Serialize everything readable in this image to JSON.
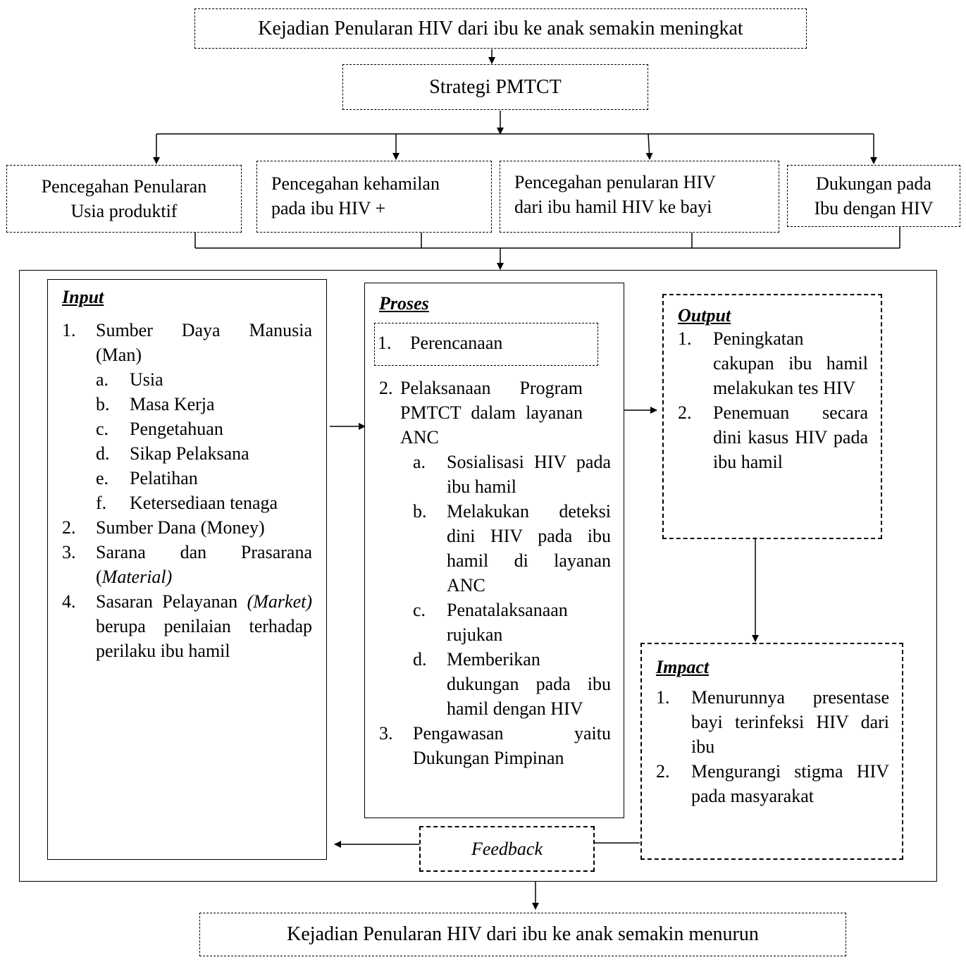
{
  "top_box": "Kejadian Penularan HIV dari ibu ke anak semakin meningkat",
  "strategy_box": "Strategi PMTCT",
  "branches": [
    {
      "line1": "Pencegahan Penularan",
      "line2": "Usia produktif"
    },
    {
      "line1": "Pencegahan kehamilan",
      "line2": "pada ibu HIV +"
    },
    {
      "line1": "Pencegahan penularan HIV",
      "line2": "dari ibu hamil HIV ke bayi"
    },
    {
      "line1": "Dukungan pada",
      "line2": "Ibu dengan HIV"
    }
  ],
  "input": {
    "heading": "Input",
    "items": [
      {
        "num": "1.",
        "text": "Sumber Daya Manusia (Man)"
      },
      {
        "num": "a.",
        "text": "Usia"
      },
      {
        "num": "b.",
        "text": "Masa Kerja"
      },
      {
        "num": "c.",
        "text": "Pengetahuan"
      },
      {
        "num": "d.",
        "text": "Sikap Pelaksana"
      },
      {
        "num": "e.",
        "text": "Pelatihan"
      },
      {
        "num": "f.",
        "text": "Ketersediaan tenaga"
      },
      {
        "num": "2.",
        "text": "Sumber Dana (Money)"
      },
      {
        "num": "3.",
        "text_plain": "Sarana dan Prasarana (",
        "text_italic": "Material)"
      },
      {
        "num": "4.",
        "text_plain": "Sasaran Pelayanan ",
        "text_italic": "(Market)",
        "text_after": " berupa penilaian terhadap perilaku ibu hamil"
      }
    ]
  },
  "proses": {
    "heading": "Proses",
    "step1": {
      "num": "1.",
      "text": "Perencanaan"
    },
    "step2": {
      "num": "2.",
      "text": "Pelaksanaan Program PMTCT dalam layanan ANC"
    },
    "sub": [
      {
        "num": "a.",
        "text": "Sosialisasi HIV pada ibu hamil"
      },
      {
        "num": "b.",
        "text": "Melakukan deteksi dini HIV pada ibu hamil di layanan ANC"
      },
      {
        "num": "c.",
        "text": "Penatalaksanaan rujukan"
      },
      {
        "num": "d.",
        "text": "Memberikan dukungan pada ibu hamil dengan HIV"
      }
    ],
    "step3": {
      "num": "3.",
      "text": "Pengawasan yaitu Dukungan Pimpinan"
    }
  },
  "output": {
    "heading": "Output",
    "items": [
      {
        "num": "1.",
        "text": "Peningkatan cakupan ibu hamil melakukan tes HIV"
      },
      {
        "num": "2.",
        "text": "Penemuan secara dini kasus HIV pada ibu hamil"
      }
    ]
  },
  "impact": {
    "heading": "Impact",
    "items": [
      {
        "num": "1.",
        "text": "Menurunnya presentase bayi terinfeksi HIV dari ibu"
      },
      {
        "num": "2.",
        "text": "Mengurangi stigma HIV pada masyarakat"
      }
    ]
  },
  "feedback": "Feedback",
  "bottom_box": "Kejadian Penularan HIV dari ibu ke anak semakin menurun"
}
